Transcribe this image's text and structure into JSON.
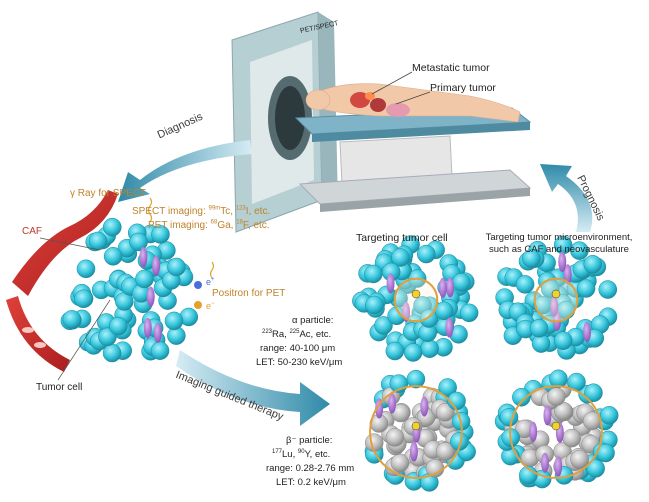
{
  "scanner": {
    "label": "PET/SPECT"
  },
  "patient_labels": {
    "metastatic": "Metastatic tumor",
    "primary": "Primary tumor"
  },
  "arrows": {
    "diagnosis": "Diagnosis",
    "prognosis": "Prognosis",
    "therapy": "Imaging guided therapy"
  },
  "left_labels": {
    "gamma_ray": "γ Ray for SPECT",
    "spect_prefix": "SPECT imaging: ",
    "spect_iso1_mass": "99m",
    "spect_iso1_el": "Tc, ",
    "spect_iso2_mass": "123",
    "spect_iso2_el": "I, etc.",
    "pet_prefix": "PET imaging: ",
    "pet_iso1_mass": "68",
    "pet_iso1_el": "Ga, ",
    "pet_iso2_mass": "18",
    "pet_iso2_el": "F, etc.",
    "caf": "CAF",
    "positron": "Positron for PET",
    "e_plus": "e",
    "e_minus": "e",
    "tumor_cell": "Tumor cell"
  },
  "targeting": {
    "tumor_cell": "Targeting tumor cell",
    "microenv_line1": "Targeting tumor microenvironment,",
    "microenv_line2": "such as CAF and neovasculature"
  },
  "alpha": {
    "title": "α particle:",
    "iso1_mass": "223",
    "iso1_el": "Ra, ",
    "iso2_mass": "225",
    "iso2_el": "Ac, etc.",
    "range": "range: 40-100 μm",
    "let": "LET: 50-230 keV/μm"
  },
  "beta": {
    "title": "β⁻ particle:",
    "iso1_mass": "177",
    "iso1_el": "Lu, ",
    "iso2_mass": "90",
    "iso2_el": "Y, etc.",
    "range": "range: 0.28-2.76 mm",
    "let": "LET: 0.2 keV/μm"
  }
}
